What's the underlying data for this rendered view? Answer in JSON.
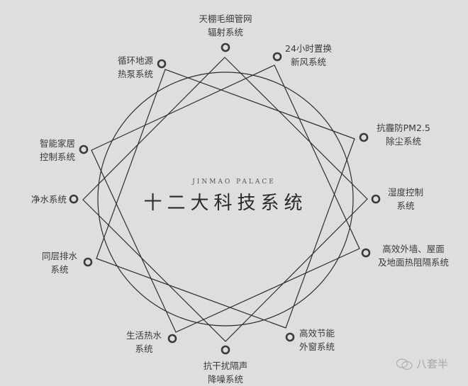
{
  "header": {
    "subtitle": "JINMAO PALACE",
    "title": "十二大科技系统"
  },
  "colors": {
    "background": "#dedede",
    "line": "#2e2e2e",
    "text": "#3a3a3a",
    "watermark": "#a8a8a8"
  },
  "systems": [
    {
      "id": 0,
      "line1": "天棚毛细管网",
      "line2": "辐射系统"
    },
    {
      "id": 1,
      "line1": "24小时置换",
      "line2": "新风系统"
    },
    {
      "id": 2,
      "line1": "抗霾防PM2.5",
      "line2": "除尘系统"
    },
    {
      "id": 3,
      "line1": "湿度控制",
      "line2": "系统"
    },
    {
      "id": 4,
      "line1": "高效外墙、屋面",
      "line2": "及地面热阻隔系统"
    },
    {
      "id": 5,
      "line1": "高效节能",
      "line2": "外窗系统"
    },
    {
      "id": 6,
      "line1": "抗干扰隔声",
      "line2": "降噪系统"
    },
    {
      "id": 7,
      "line1": "生活热水",
      "line2": "系统"
    },
    {
      "id": 8,
      "line1": "同层排水",
      "line2": "系统"
    },
    {
      "id": 9,
      "line1": "净水系统",
      "line2": ""
    },
    {
      "id": 10,
      "line1": "智能家居",
      "line2": "控制系统"
    },
    {
      "id": 11,
      "line1": "循环地源",
      "line2": "热泵系统"
    }
  ],
  "watermark": {
    "icon": "wechat-icon",
    "text": "八套半"
  }
}
